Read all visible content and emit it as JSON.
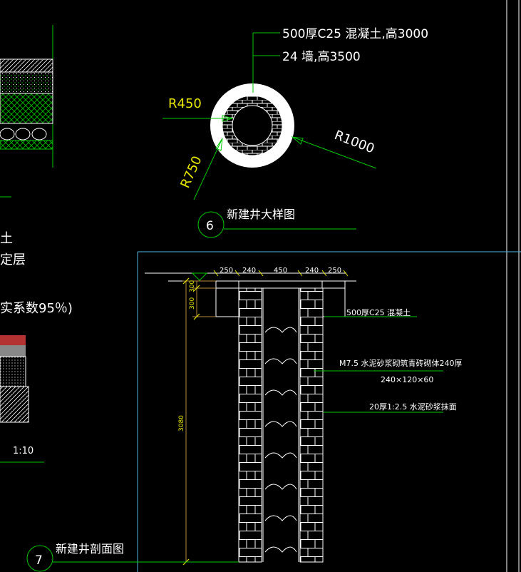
{
  "colors": {
    "background": "#000000",
    "white": "#ffffff",
    "green": "#00c800",
    "yellow": "#e6e600",
    "cyan": "#4fb4e0",
    "dim_line": "#b48a3c"
  },
  "detail6": {
    "number": "6",
    "title": "新建井大样图",
    "label_concrete": "500厚C25 混凝土,高3000",
    "label_wall": "24 墙,高3500",
    "r450": "R450",
    "r750": "R750",
    "r1000": "R1000"
  },
  "section7": {
    "number": "7",
    "title": "新建井剖面图",
    "dims_top": [
      "250",
      "240",
      "450",
      "240",
      "250"
    ],
    "dim_300": "300",
    "dim_300b": "300",
    "dim_3080": "3080",
    "note_concrete": "500厚C25 混凝土",
    "note_masonry": "M7.5 水泥砂浆砌筑青砖砌体240厚",
    "note_brick_size": "240×120×60",
    "note_plaster": "20厚1:2.5 水泥砂浆抹面"
  },
  "left_fragment": {
    "text_a": "土",
    "text_b": "定层",
    "text_c": "实系数95％)",
    "scale": "1:10"
  }
}
